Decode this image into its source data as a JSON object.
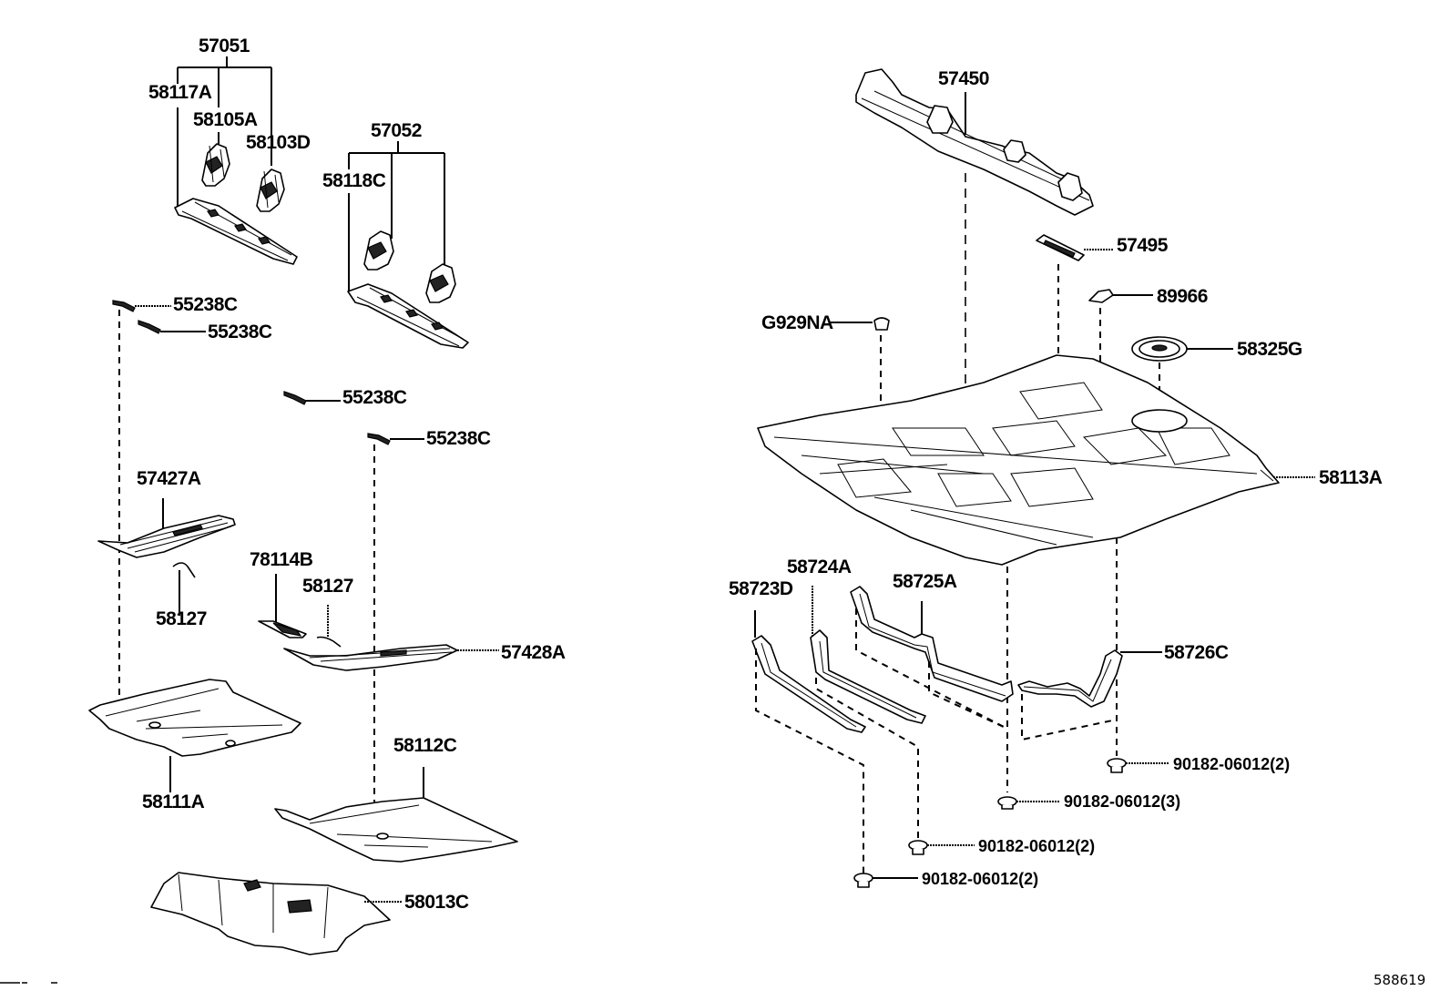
{
  "diagram": {
    "title": "Floor pan & rear floor members — exploded parts view",
    "reference_code": "588619",
    "groups": {
      "57051": {
        "label": "57051",
        "children": [
          "58117A",
          "58105A",
          "58103D"
        ]
      },
      "57052": {
        "label": "57052",
        "children": [
          "58118C"
        ]
      }
    },
    "labels": {
      "p57051": "57051",
      "p58117A": "58117A",
      "p58105A": "58105A",
      "p58103D": "58103D",
      "p57052": "57052",
      "p58118C": "58118C",
      "p55238C_1": "55238C",
      "p55238C_2": "55238C",
      "p55238C_3": "55238C",
      "p55238C_4": "55238C",
      "p57427A": "57427A",
      "p58127_1": "58127",
      "p78114B": "78114B",
      "p58127_2": "58127",
      "p57428A": "57428A",
      "p58111A": "58111A",
      "p58112C": "58112C",
      "p58013C": "58013C",
      "p57450": "57450",
      "p57495": "57495",
      "p89966": "89966",
      "pG929NA": "G929NA",
      "p58325G": "58325G",
      "p58113A": "58113A",
      "p58724A": "58724A",
      "p58723D": "58723D",
      "p58725A": "58725A",
      "p58726C": "58726C",
      "pBolt_1": "90182-06012(2)",
      "pBolt_2": "90182-06012(3)",
      "pBolt_3": "90182-06012(2)",
      "pBolt_4": "90182-06012(2)"
    }
  }
}
